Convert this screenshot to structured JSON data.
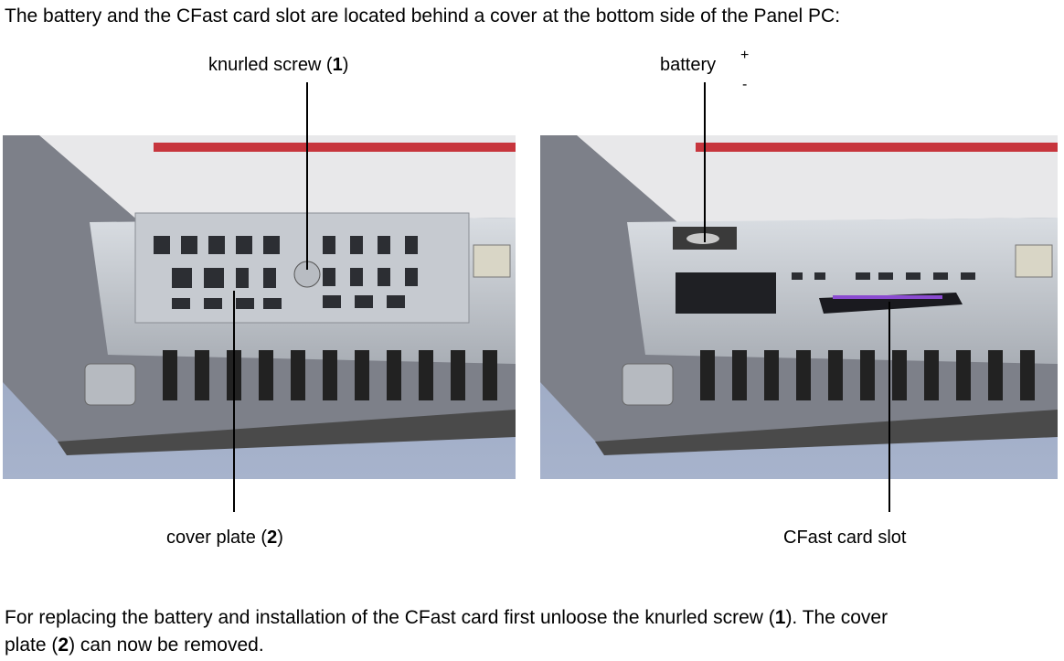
{
  "intro": "The battery and the CFast card slot are located behind a cover at the bottom side of the Panel PC:",
  "left_figure": {
    "label_screw_text": "knurled screw (",
    "label_screw_num": "1",
    "label_screw_close": ")",
    "label_cover_text": "cover plate (",
    "label_cover_num": "2",
    "label_cover_close": ")"
  },
  "right_figure": {
    "label_battery": "battery",
    "plus": "+",
    "minus": "-",
    "label_cfast": "CFast card slot"
  },
  "instruction": {
    "p1": "For replacing the battery and installation of the CFast card first unloose the knurled screw (",
    "n1": "1",
    "p2": "). The cover",
    "p3": "plate (",
    "n2": "2",
    "p4": ") can now be removed."
  }
}
